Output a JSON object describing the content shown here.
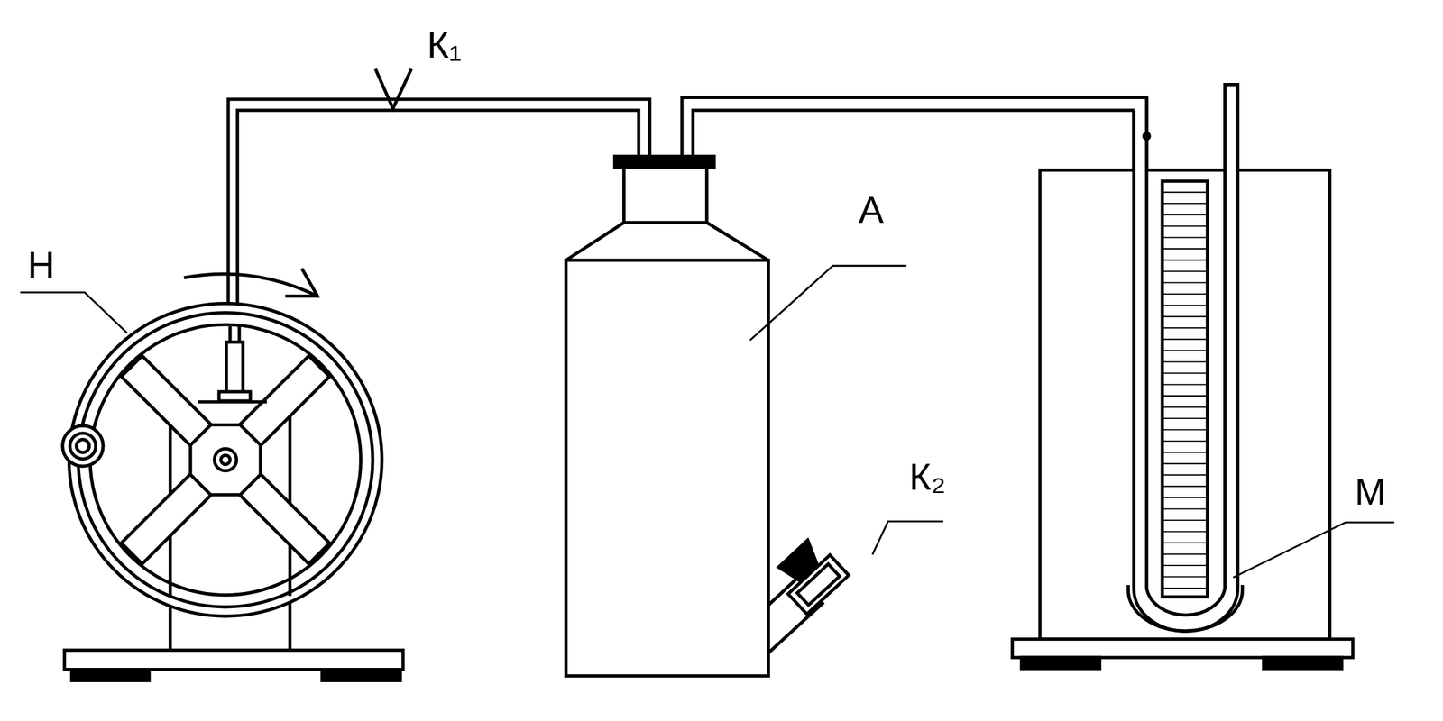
{
  "diagram": {
    "labels": [
      "К₁",
      "Н",
      "А",
      "К₂",
      "М"
    ]
  }
}
